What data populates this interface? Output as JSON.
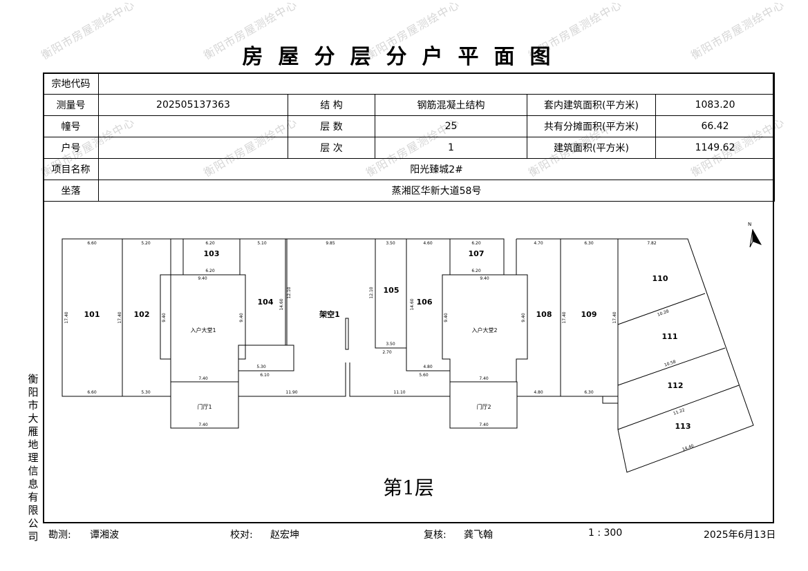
{
  "watermark": "衡阳市房屋测绘中心",
  "title": "房屋分层分户平面图",
  "info": {
    "zongdi_label": "宗地代码",
    "zongdi_value": "",
    "survey_label": "测量号",
    "survey_value": "202505137363",
    "structure_label": "结  构",
    "structure_value": "钢筋混凝土结构",
    "inner_area_label": "套内建筑面积(平方米)",
    "inner_area_value": "1083.20",
    "building_label": "幢号",
    "building_value": "",
    "floors_label": "层  数",
    "floors_value": "25",
    "shared_area_label": "共有分摊面积(平方米)",
    "shared_area_value": "66.42",
    "unit_label": "户号",
    "unit_value": "",
    "floor_no_label": "层  次",
    "floor_no_value": "1",
    "build_area_label": "建筑面积(平方米)",
    "build_area_value": "1149.62",
    "project_label": "项目名称",
    "project_value": "阳光臻城2#",
    "location_label": "坐落",
    "location_value": "蒸湘区华新大道58号"
  },
  "plan": {
    "floor_label": "第1层",
    "rooms": [
      "101",
      "102",
      "103",
      "104",
      "架空1",
      "105",
      "106",
      "107",
      "108",
      "109",
      "110",
      "111",
      "112",
      "113"
    ],
    "lobby1": "入户大堂1",
    "lobby2": "入户大堂2",
    "gate1": "门厅1",
    "gate2": "门厅2",
    "north": "N",
    "dims_top": [
      "6.60",
      "5.20",
      "6.20",
      "5.10",
      "9.85",
      "3.50",
      "4.60",
      "6.20",
      "4.70",
      "6.30",
      "7.82"
    ],
    "dims_bottom": [
      "6.60",
      "5.30",
      "6.10",
      "11.90",
      "11.10",
      "5.60",
      "4.80",
      "6.30"
    ],
    "dims_misc": [
      "9.40",
      "9.40",
      "7.40",
      "7.40",
      "7.40",
      "7.40",
      "6.20",
      "6.20",
      "5.30",
      "3.50",
      "4.80",
      "2.70",
      "10.28",
      "10.58",
      "11.22",
      "14.40",
      "17.40",
      "17.40",
      "17.40",
      "17.40",
      "9.40",
      "9.40",
      "12.10",
      "12.10",
      "14.60",
      "14.60",
      "9.40",
      "9.40"
    ]
  },
  "footer": {
    "survey_label": "勘测:",
    "surveyor": "谭湘波",
    "check_label": "校对:",
    "checker": "赵宏坤",
    "review_label": "复核:",
    "reviewer": "龚飞翰",
    "scale": "1 : 300",
    "date": "2025年6月13日"
  },
  "company": "衡阳市大雁地理信息有限公司",
  "colors": {
    "line": "#000000",
    "watermark": "#d6d6d6"
  }
}
